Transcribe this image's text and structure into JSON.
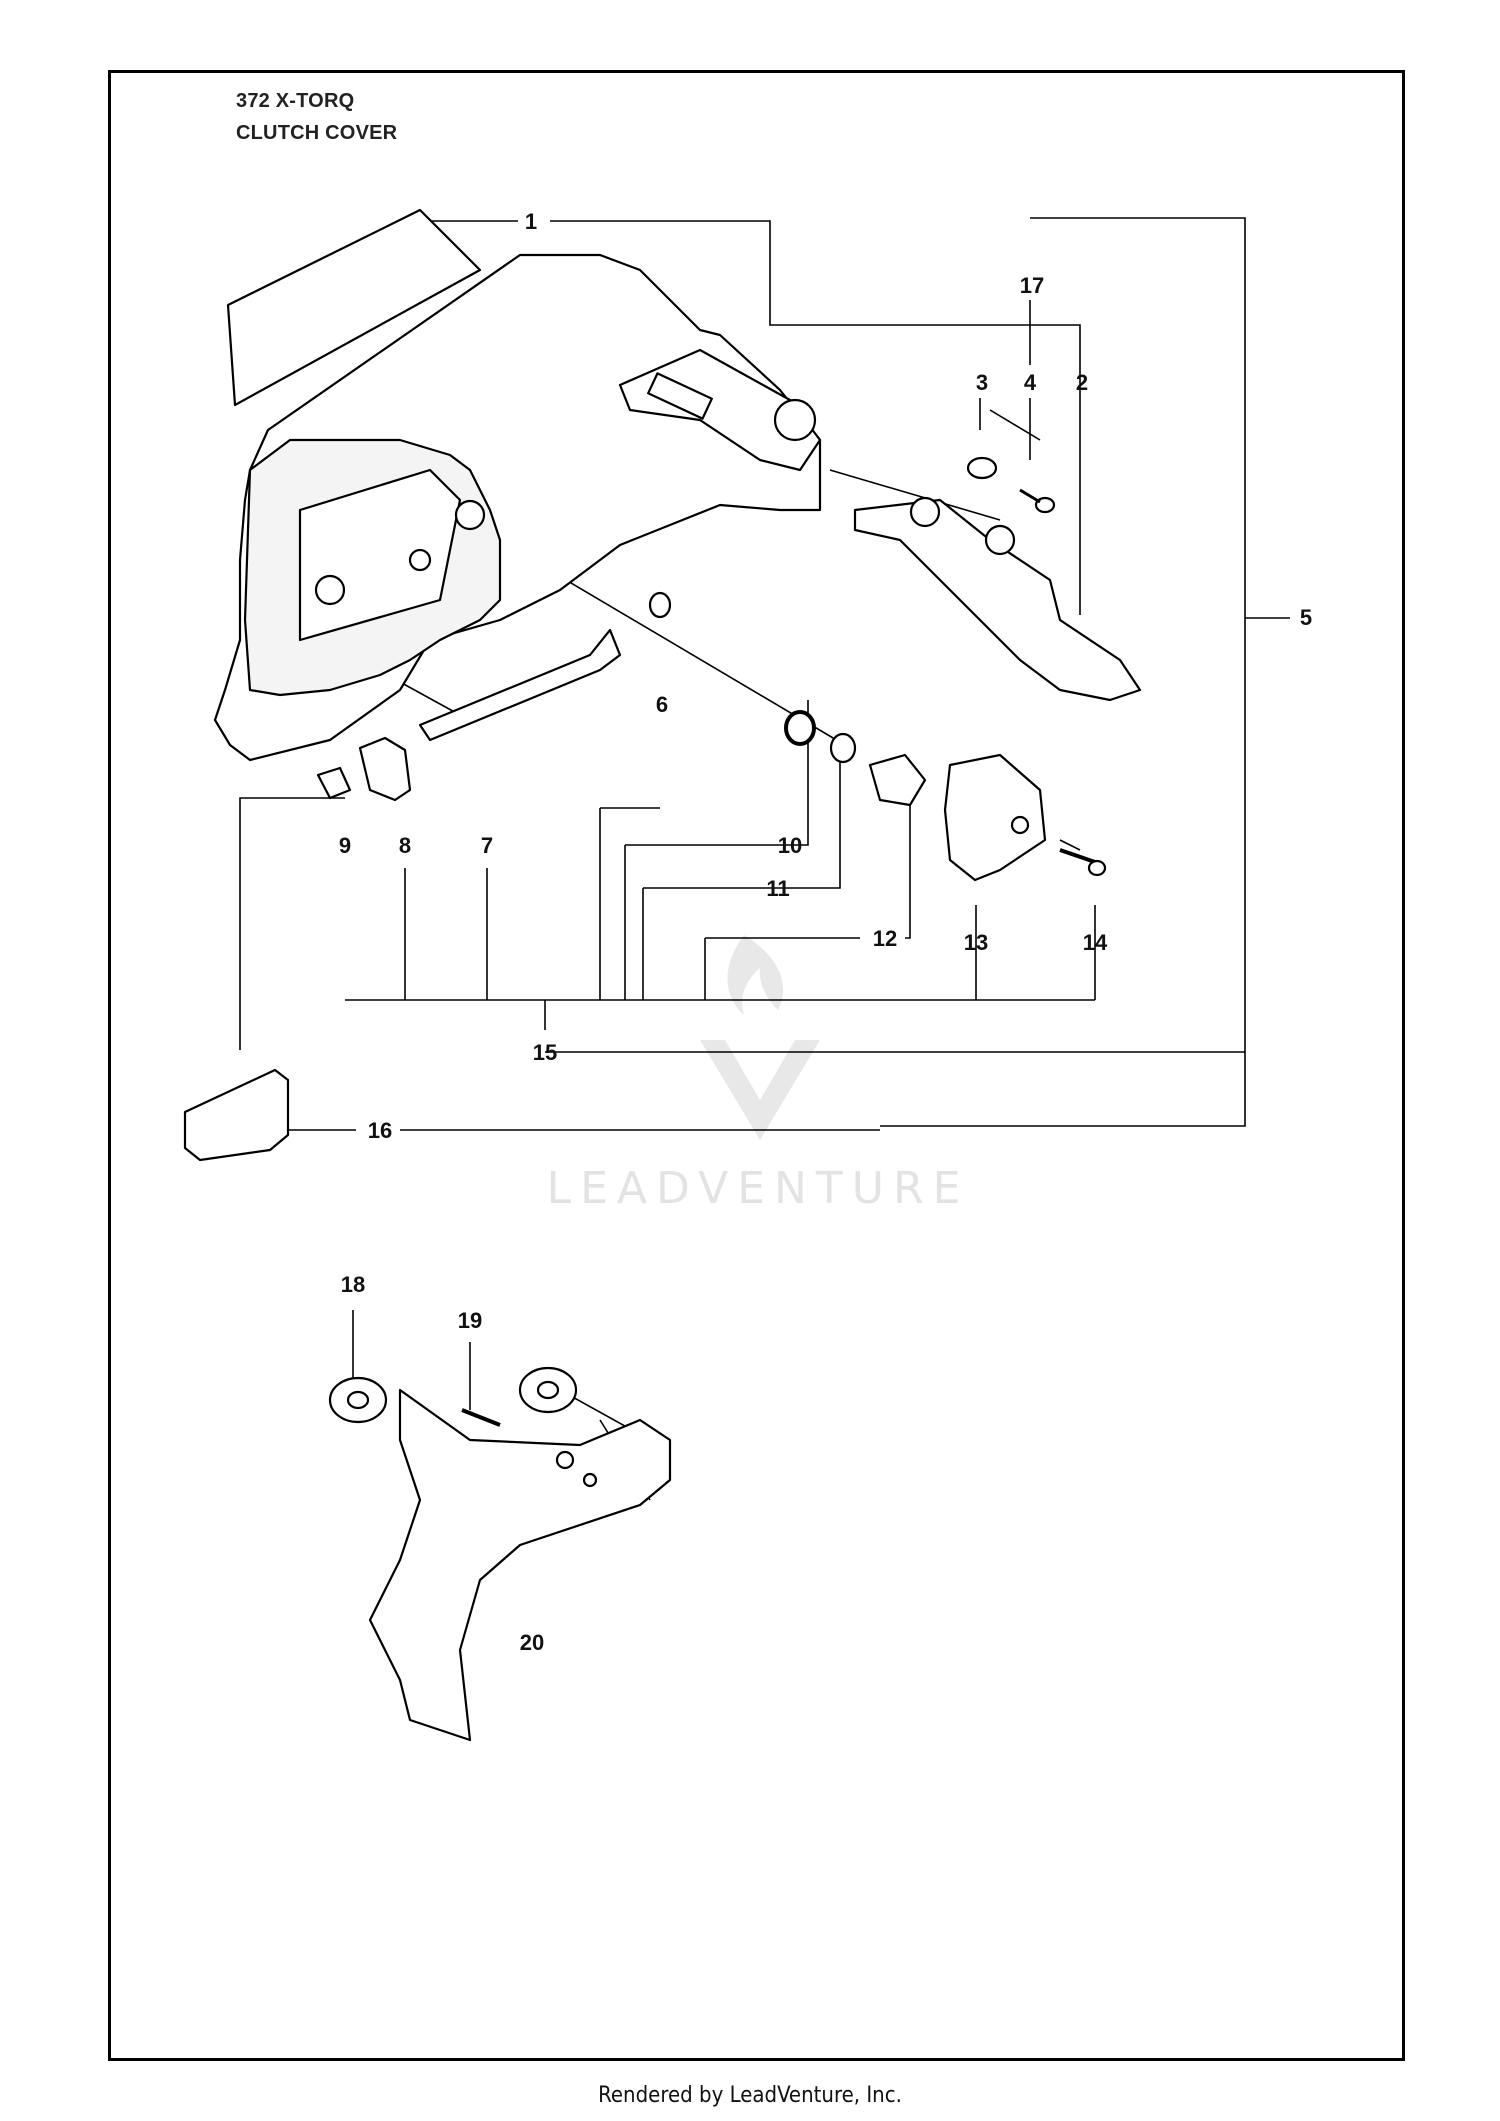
{
  "header": {
    "model": "372 X-TORQ",
    "section": "CLUTCH COVER"
  },
  "callouts": [
    "1",
    "2",
    "3",
    "4",
    "5",
    "6",
    "7",
    "8",
    "9",
    "10",
    "11",
    "12",
    "13",
    "14",
    "15",
    "16",
    "17",
    "18",
    "19",
    "20"
  ],
  "watermark": {
    "text": "LEADVENTURE",
    "icon": "leadventure-flame-logo"
  },
  "footer": {
    "text": "Rendered by LeadVenture, Inc."
  }
}
